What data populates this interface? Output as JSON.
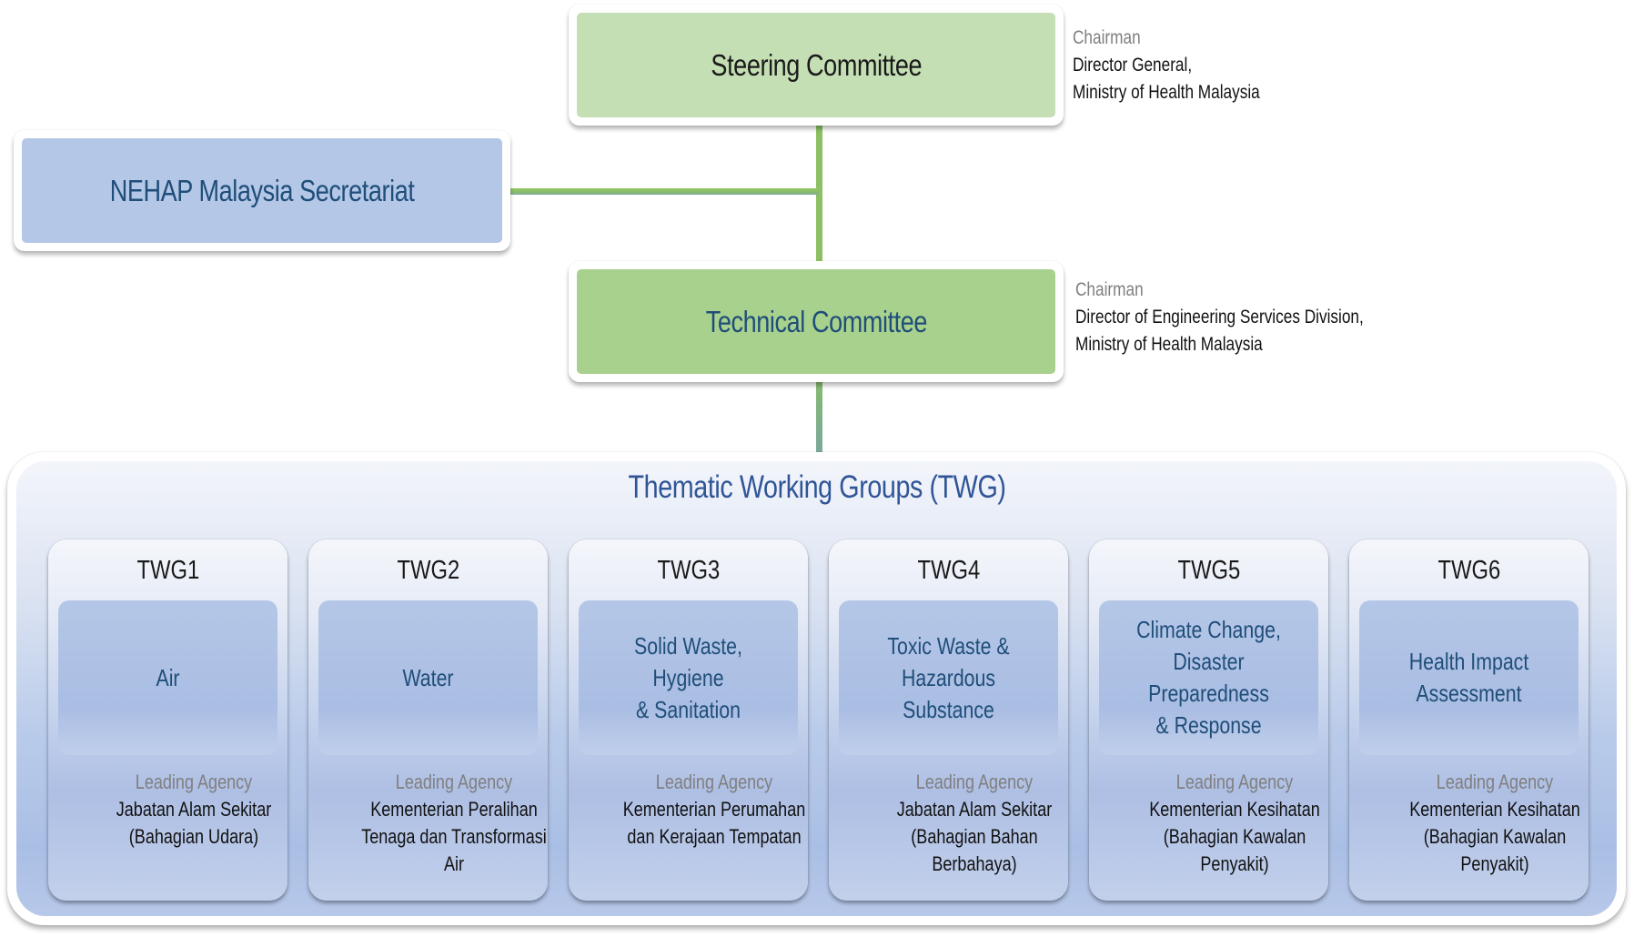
{
  "steering_committee": {
    "label": "Steering Committee",
    "chair_role": "Chairman",
    "chair_name": "Director General,\nMinistry of Health Malaysia",
    "chair_line1": "Director General,",
    "chair_line2": "Ministry of Health Malaysia"
  },
  "secretariat": {
    "label": "NEHAP Malaysia Secretariat"
  },
  "technical_committee": {
    "label": "Technical Committee",
    "chair_role": "Chairman",
    "chair_line1": "Director of Engineering Services Division,",
    "chair_line2": "Ministry of Health Malaysia"
  },
  "twg": {
    "title": "Thematic Working Groups (TWG)",
    "groups": [
      {
        "id": "TWG1",
        "theme": "Air",
        "agency_label": "Leading Agency",
        "agency": "Jabatan Alam Sekitar\n(Bahagian Udara)"
      },
      {
        "id": "TWG2",
        "theme": "Water",
        "agency_label": "Leading Agency",
        "agency": "Kementerian Peralihan\nTenaga dan Transformasi\nAir"
      },
      {
        "id": "TWG3",
        "theme": "Solid Waste, Hygiene\n& Sanitation",
        "agency_label": "Leading Agency",
        "agency": "Kementerian Perumahan\ndan Kerajaan Tempatan"
      },
      {
        "id": "TWG4",
        "theme": "Toxic Waste &\nHazardous\nSubstance",
        "agency_label": "Leading Agency",
        "agency": "Jabatan Alam Sekitar\n(Bahagian Bahan\nBerbahaya)"
      },
      {
        "id": "TWG5",
        "theme": "Climate Change,\nDisaster\nPreparedness\n& Response",
        "agency_label": "Leading Agency",
        "agency": "Kementerian Kesihatan\n(Bahagian Kawalan\nPenyakit)"
      },
      {
        "id": "TWG6",
        "theme": "Health Impact\nAssessment",
        "agency_label": "Leading Agency",
        "agency": "Kementerian Kesihatan\n(Bahagian Kawalan\nPenyakit)"
      }
    ]
  },
  "colors": {
    "steering_fill": "#c5dfb5",
    "technical_fill": "#a9d18e",
    "secretariat_fill": "#b4c7e7",
    "connector": "#8cc063",
    "title_blue": "#2f5597",
    "theme_text": "#1f4e79",
    "muted_text": "#7f7f7f"
  }
}
